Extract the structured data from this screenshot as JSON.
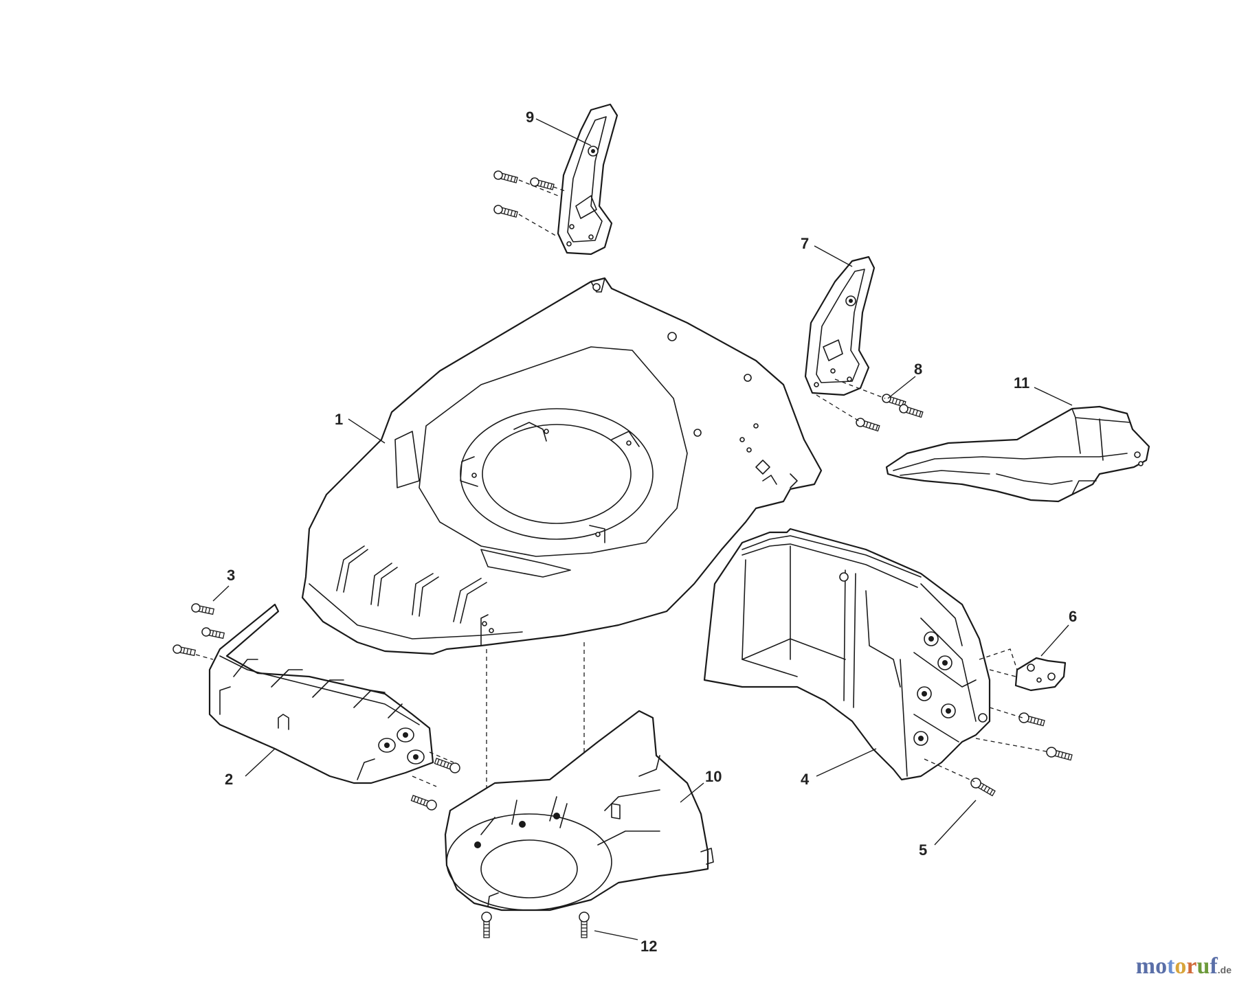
{
  "callouts": {
    "c1": "1",
    "c2": "2",
    "c3": "3",
    "c4": "4",
    "c5": "5",
    "c6": "6",
    "c7": "7",
    "c8": "8",
    "c9": "9",
    "c10": "10",
    "c11": "11",
    "c12": "12"
  },
  "watermark": {
    "brand": "motoruf",
    "tld": ".de"
  }
}
